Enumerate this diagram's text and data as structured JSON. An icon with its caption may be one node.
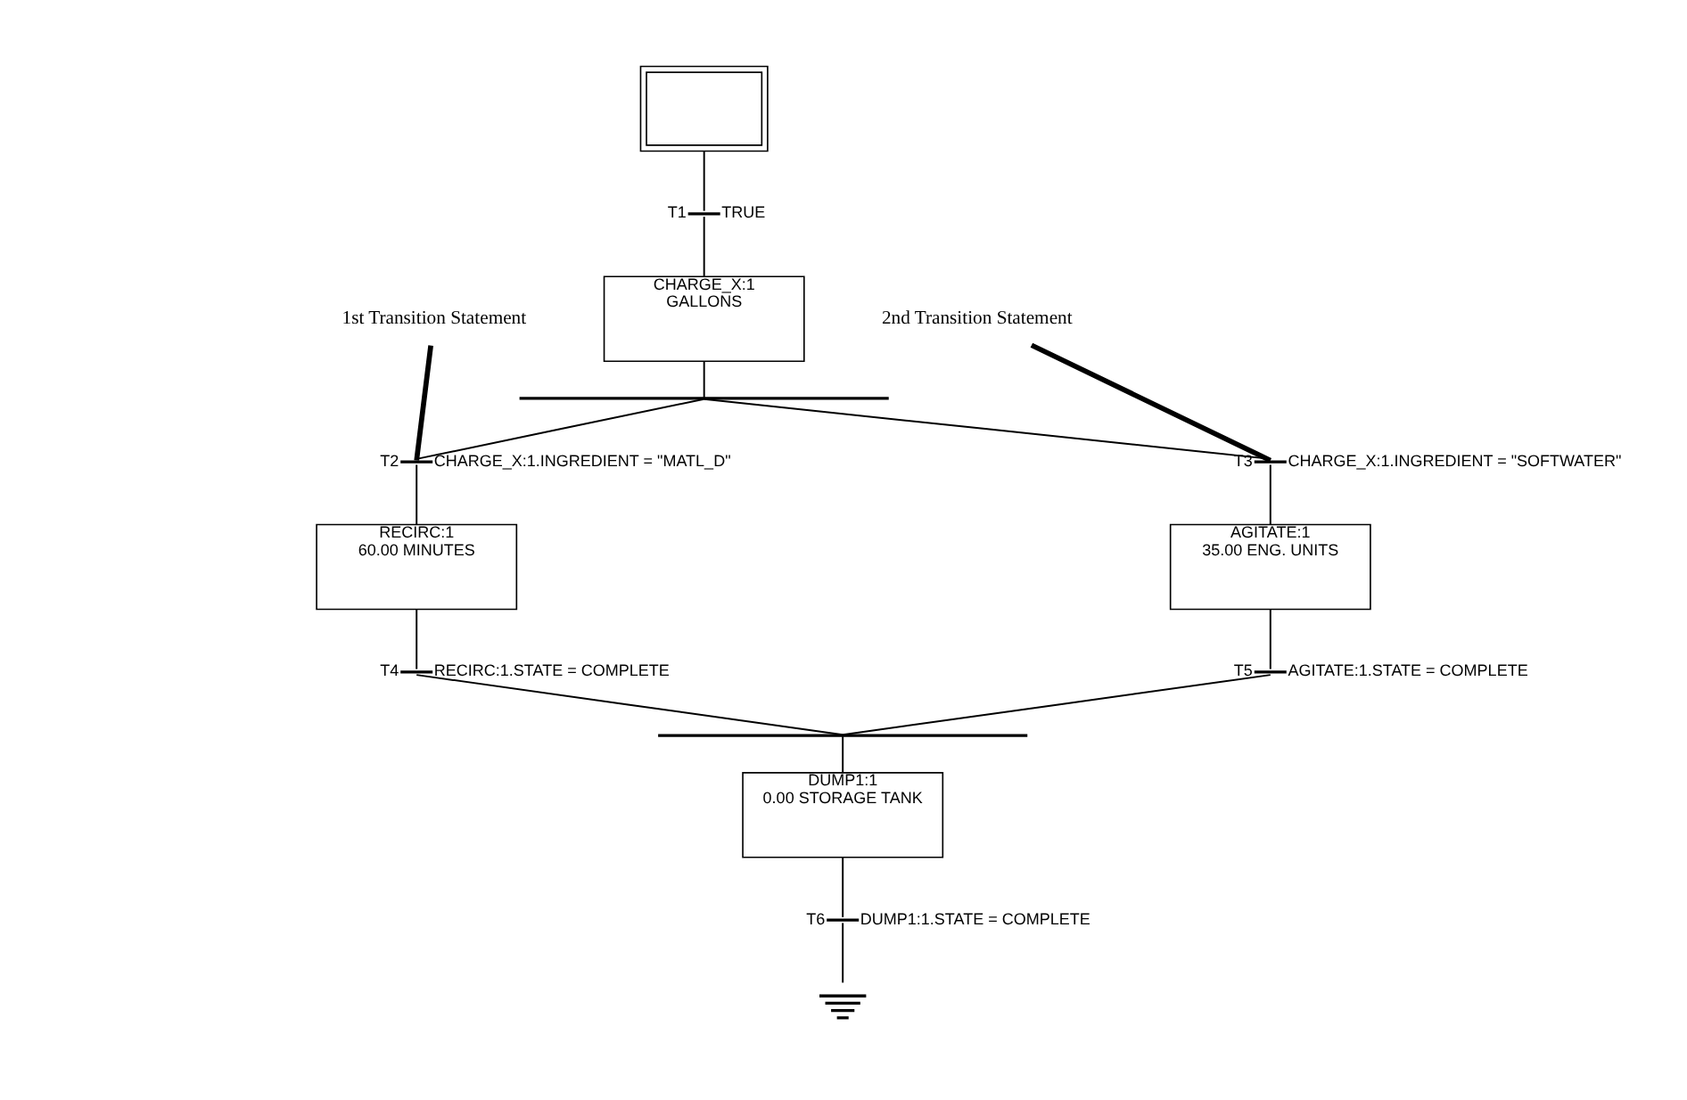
{
  "diagram": {
    "nodes": [
      {
        "text": [],
        "shape": "box"
      },
      {
        "text": [
          "T1"
        ],
        "beside": [
          "TRUE"
        ]
      },
      {
        "text": [
          "CHARGE_X:1",
          "GALLONS"
        ]
      },
      {
        "text": [],
        "shape": "bar"
      },
      {
        "text": [
          "T2"
        ],
        "beside": [
          "CHARGE_X:1.INGREDIENT = \"MATL_D\""
        ]
      },
      {
        "text": [
          "T3"
        ],
        "beside": [
          "CHARGE_X:1.INGREDIENT = \"SOFTWATER\""
        ]
      },
      {
        "text": [
          "RECIRC:1",
          "60.00 MINUTES"
        ]
      },
      {
        "text": [
          "AGITATE:1",
          "35.00 ENG. UNITS"
        ]
      },
      {
        "text": [
          "T4"
        ],
        "beside": [
          "RECIRC:1.STATE = COMPLETE"
        ]
      },
      {
        "text": [
          "T5"
        ],
        "beside": [
          "AGITATE:1.STATE = COMPLETE"
        ]
      },
      {
        "text": [],
        "shape": "bar"
      },
      {
        "text": [
          "DUMP1:1",
          "0.00 STORAGE TANK"
        ]
      },
      {
        "text": [
          "T6"
        ],
        "beside": [
          "DUMP1:1.STATE = COMPLETE"
        ]
      },
      {
        "text": [],
        "shape": "ground"
      },
      {
        "text": [
          "1st Transition Statement"
        ]
      },
      {
        "text": [
          "2nd Transition Statement"
        ]
      }
    ],
    "edges": [
      {
        "from": 0,
        "to": 1,
        "arrow": "none"
      },
      {
        "from": 1,
        "to": 2,
        "arrow": "none"
      },
      {
        "from": 2,
        "to": 3,
        "arrow": "none"
      },
      {
        "from": 3,
        "to": 4,
        "arrow": "none"
      },
      {
        "from": 3,
        "to": 5,
        "arrow": "none"
      },
      {
        "from": 4,
        "to": 6,
        "arrow": "none"
      },
      {
        "from": 5,
        "to": 7,
        "arrow": "none"
      },
      {
        "from": 6,
        "to": 8,
        "arrow": "none"
      },
      {
        "from": 7,
        "to": 9,
        "arrow": "none"
      },
      {
        "from": 8,
        "to": 10,
        "arrow": "none"
      },
      {
        "from": 9,
        "to": 10,
        "arrow": "none"
      },
      {
        "from": 10,
        "to": 11,
        "arrow": "none"
      },
      {
        "from": 11,
        "to": 12,
        "arrow": "none"
      },
      {
        "from": 12,
        "to": 13,
        "arrow": "none"
      },
      {
        "from": 14,
        "to": 4,
        "arrow": "none",
        "style": "thick"
      },
      {
        "from": 15,
        "to": 5,
        "arrow": "none",
        "style": "thick"
      }
    ]
  }
}
